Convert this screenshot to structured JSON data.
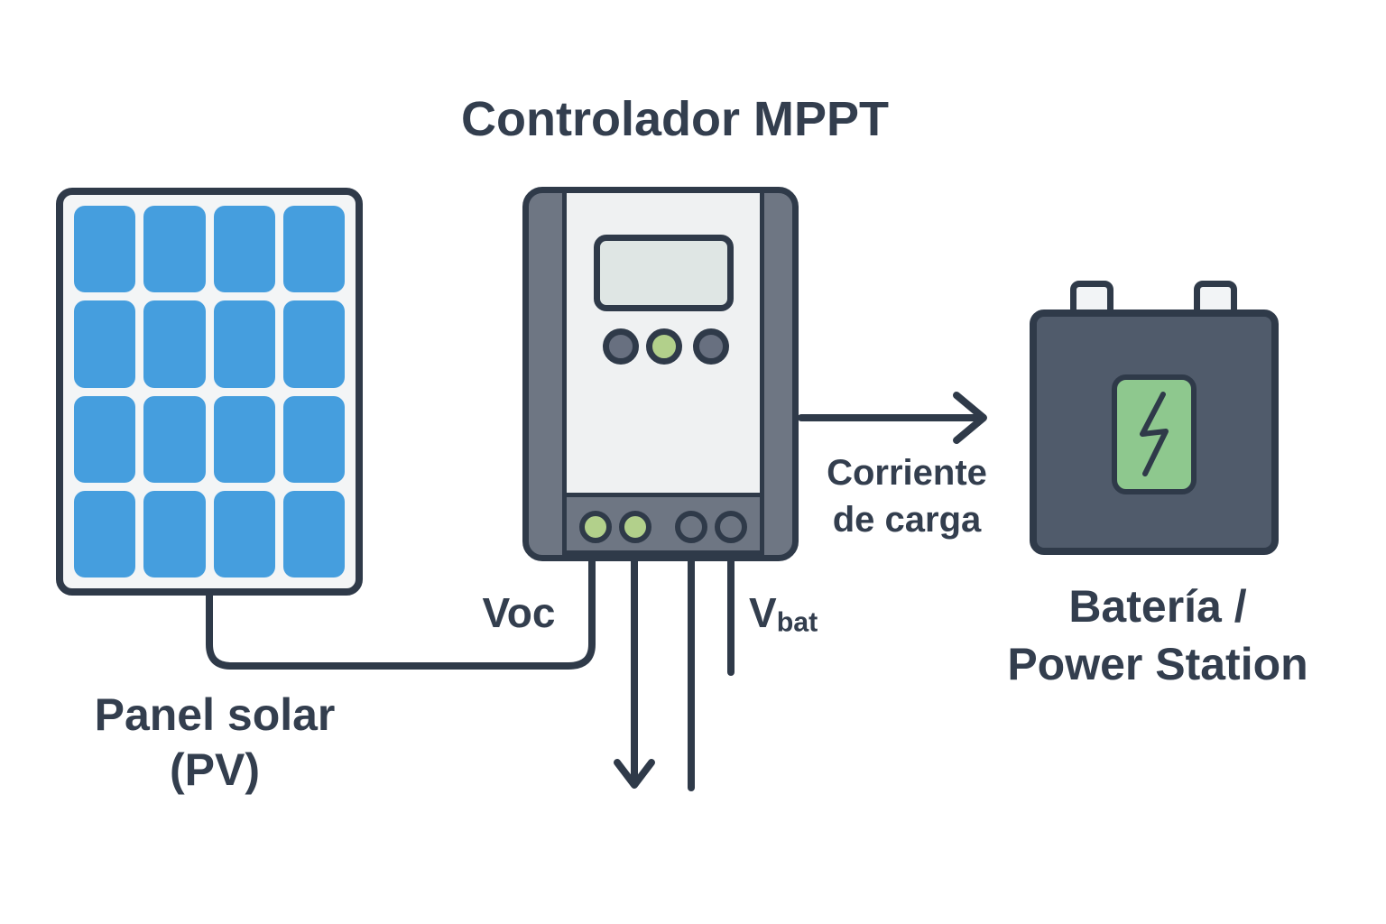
{
  "title": "Controlador MPPT",
  "colors": {
    "background": "#ffffff",
    "outline": "#2f3a49",
    "text": "#333e4e",
    "panel_blue": "#459ede",
    "panel_frame": "#f3f5f6",
    "controller_gray": "#6e7683",
    "controller_face": "#eff1f2",
    "screen": "#dfe6e4",
    "button_gray": "#687080",
    "accent_green": "#b2d08b",
    "battery_body": "#505b6b",
    "battery_green": "#8ec88e",
    "terminal_tab": "#f2f4f6"
  },
  "nodes": {
    "solar_panel": {
      "grid_rows": 4,
      "grid_cols": 4,
      "label_line1": "Panel solar",
      "label_line2": "(PV)"
    },
    "battery": {
      "label_line1": "Batería /",
      "label_line2": "Power Station"
    }
  },
  "connections": {
    "pv_input": {
      "label": "Voc"
    },
    "battery_voltage": {
      "label_main": "V",
      "label_sub": "bat"
    },
    "charge_current": {
      "label_line1": "Corriente",
      "label_line2": "de carga"
    }
  }
}
